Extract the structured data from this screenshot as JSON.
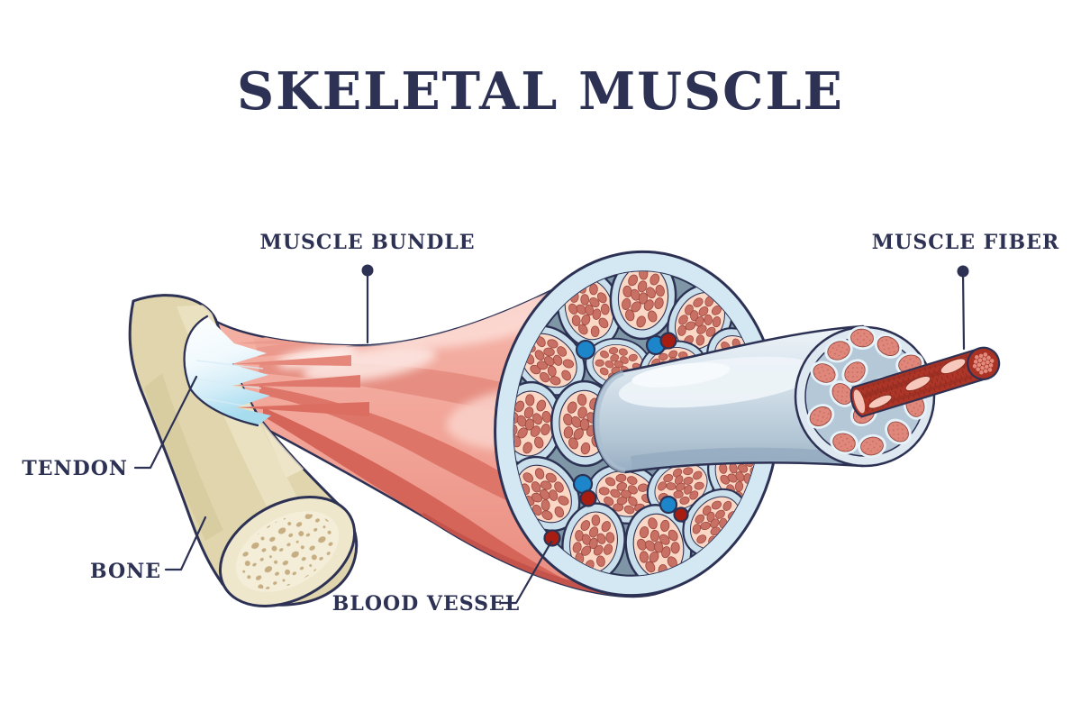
{
  "title": "SKELETAL MUSCLE",
  "labels": {
    "muscle_bundle": "MUSCLE BUNDLE",
    "muscle_fiber": "MUSCLE FIBER",
    "tendon": "TENDON",
    "bone": "BONE",
    "blood_vessel": "BLOOD VESSEL"
  },
  "palette": {
    "outline_navy": "#2d3254",
    "muscle_pink": "#f2a89d",
    "muscle_stripe_dark": "#dd7568",
    "muscle_deep_red_edge": "#c4544b",
    "muscle_highlight": "#fbd9d2",
    "tendon_blue": "#a7dcef",
    "bone_beige": "#e0d5ad",
    "bone_face": "#eee7cc",
    "bone_speckle": "#c6ae82",
    "fascicle_rim": "#d3e8f3",
    "fascicle_matrix": "#7e96a6",
    "bundle_rim": "#c9dfec",
    "bundle_inner": "#fbd7c6",
    "fiber_oval": "#c97065",
    "vein_blue": "#1d86cb",
    "artery_red": "#a81d12",
    "bundle_tube": "#c2d3e1",
    "fiber_rod_red": "#ae3629",
    "fiber_patch_pink": "#f7c9bd"
  }
}
